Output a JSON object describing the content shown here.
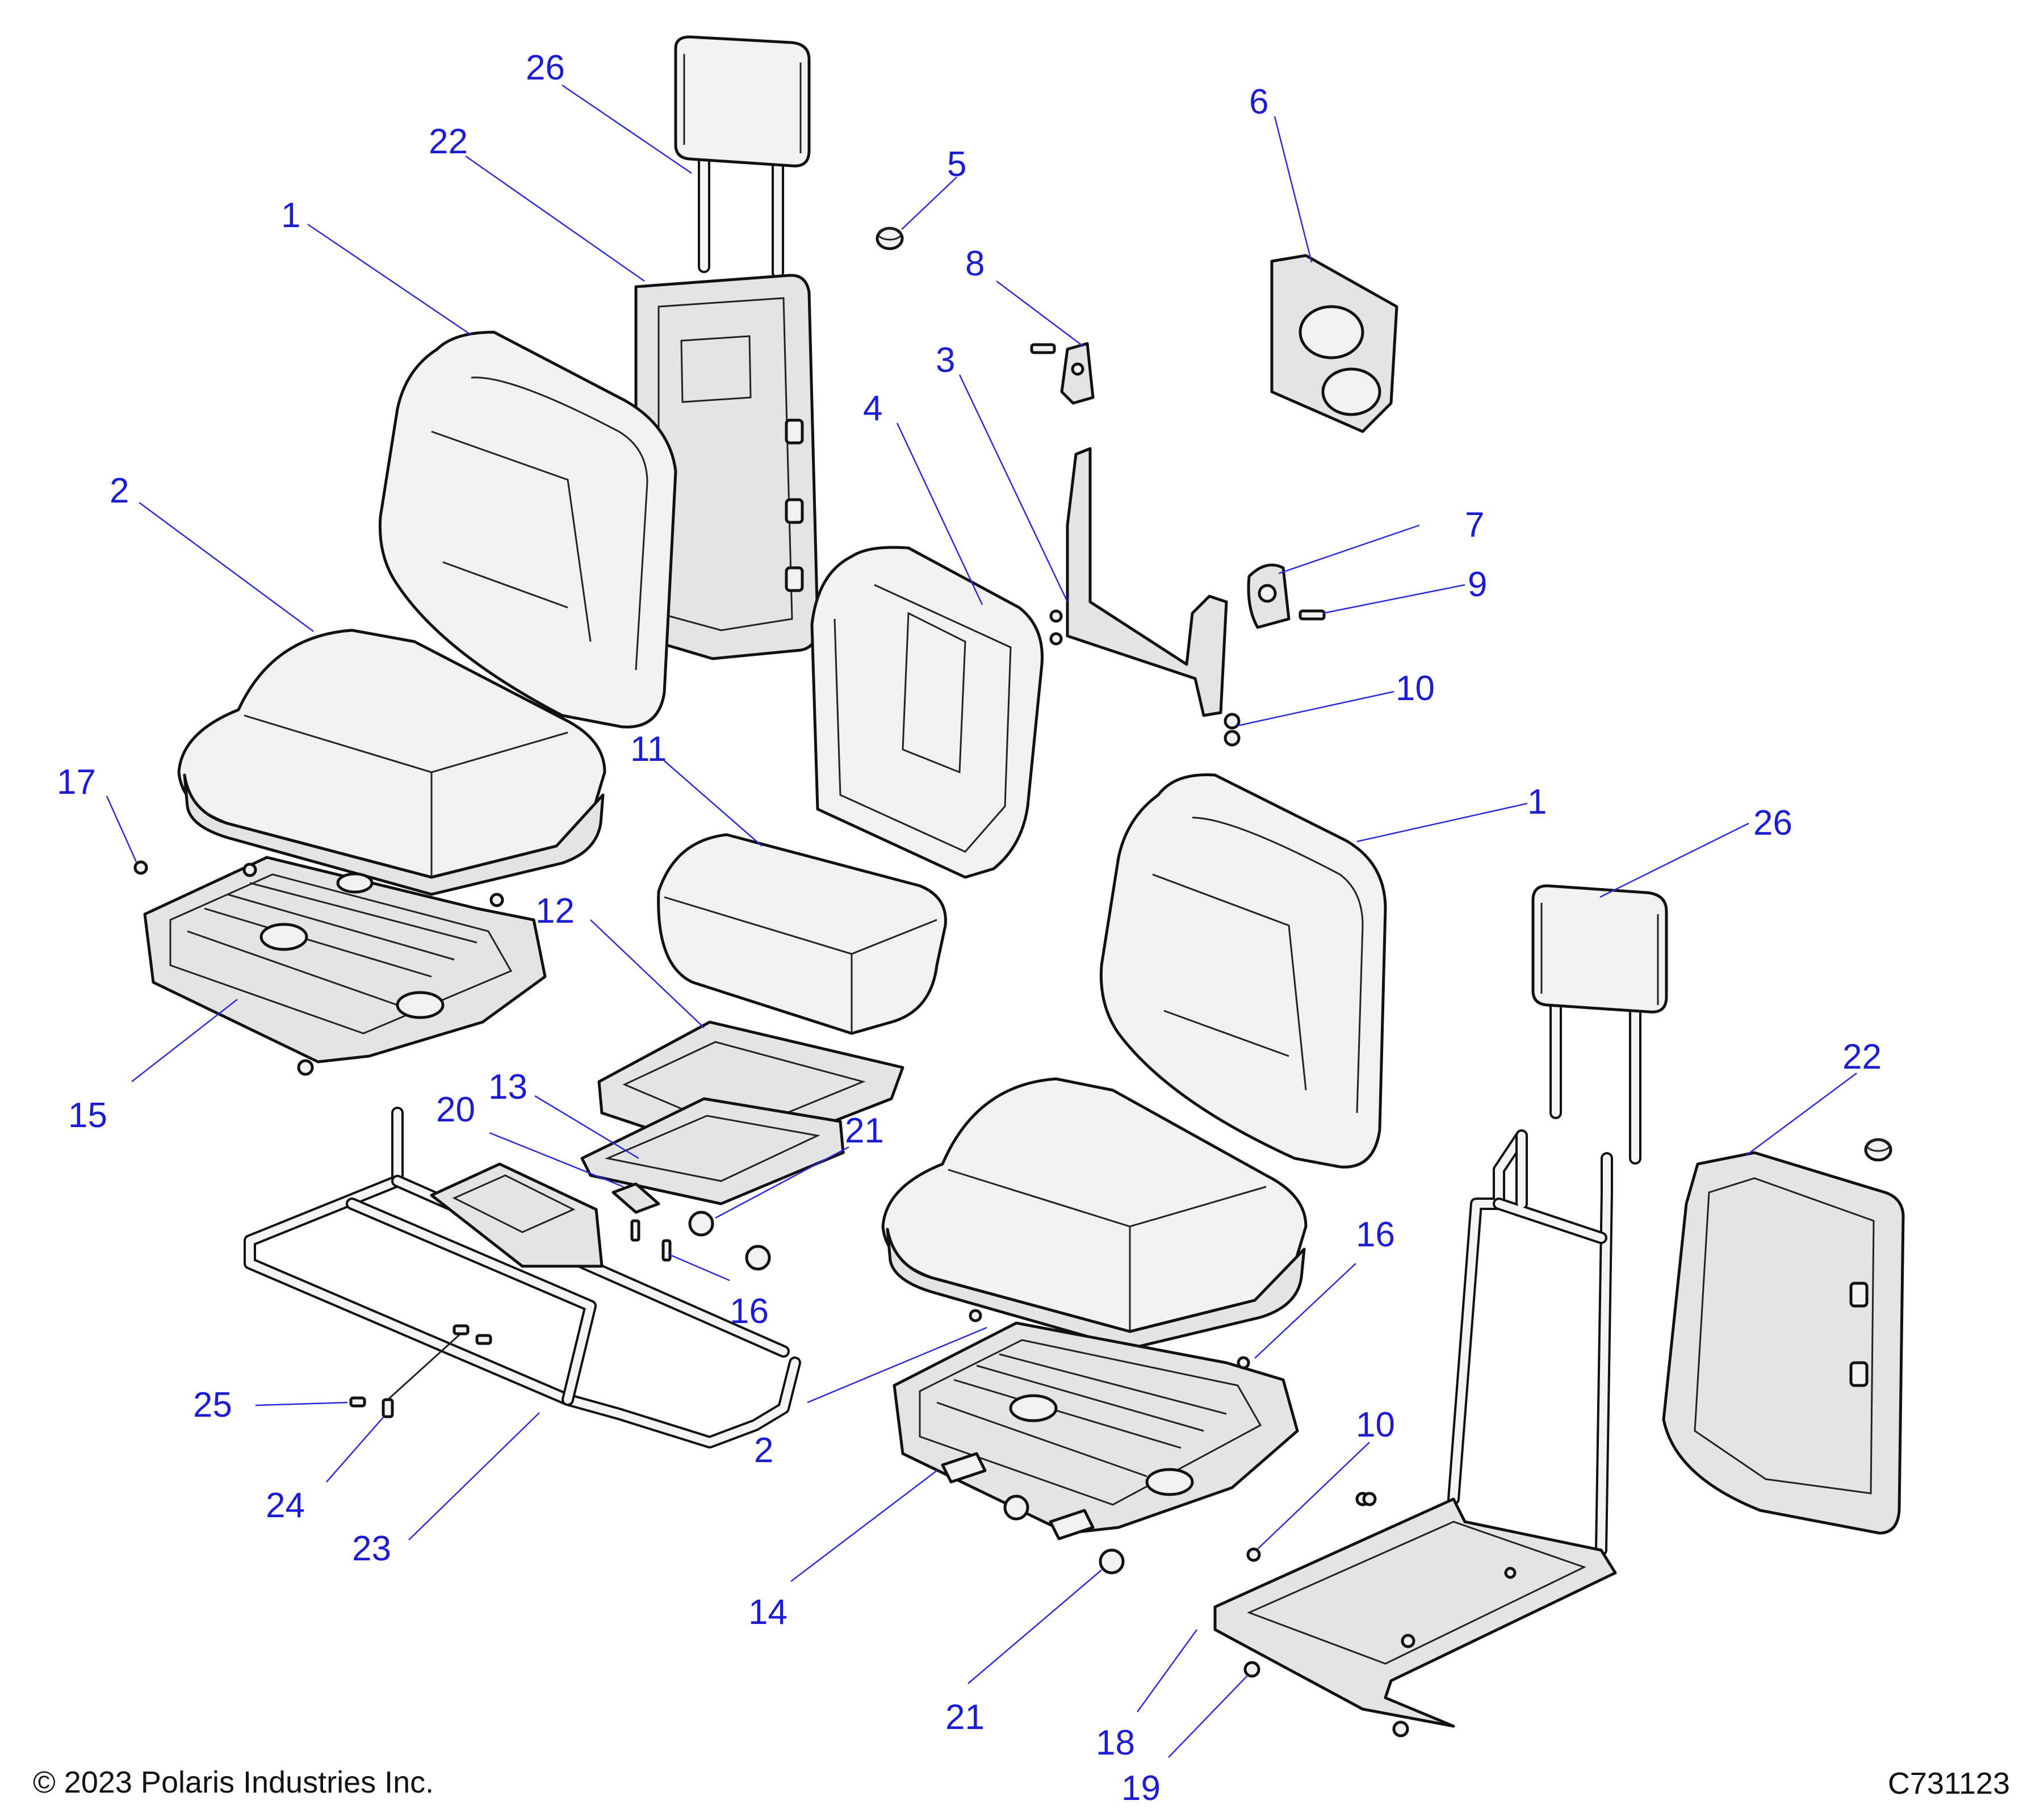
{
  "callouts": {
    "c1a": "1",
    "c1b": "1",
    "c2a": "2",
    "c2b": "2",
    "c3": "3",
    "c4": "4",
    "c5": "5",
    "c6": "6",
    "c7": "7",
    "c8": "8",
    "c9": "9",
    "c10a": "10",
    "c10b": "10",
    "c11": "11",
    "c12": "12",
    "c13": "13",
    "c14": "14",
    "c15": "15",
    "c16a": "16",
    "c16b": "16",
    "c17": "17",
    "c18": "18",
    "c19": "19",
    "c20": "20",
    "c21a": "21",
    "c21b": "21",
    "c22a": "22",
    "c22b": "22",
    "c23": "23",
    "c24": "24",
    "c25": "25",
    "c26a": "26",
    "c26b": "26"
  },
  "footer": {
    "copyright": "© 2023 Polaris Industries Inc.",
    "drawing_id": "C731123"
  }
}
